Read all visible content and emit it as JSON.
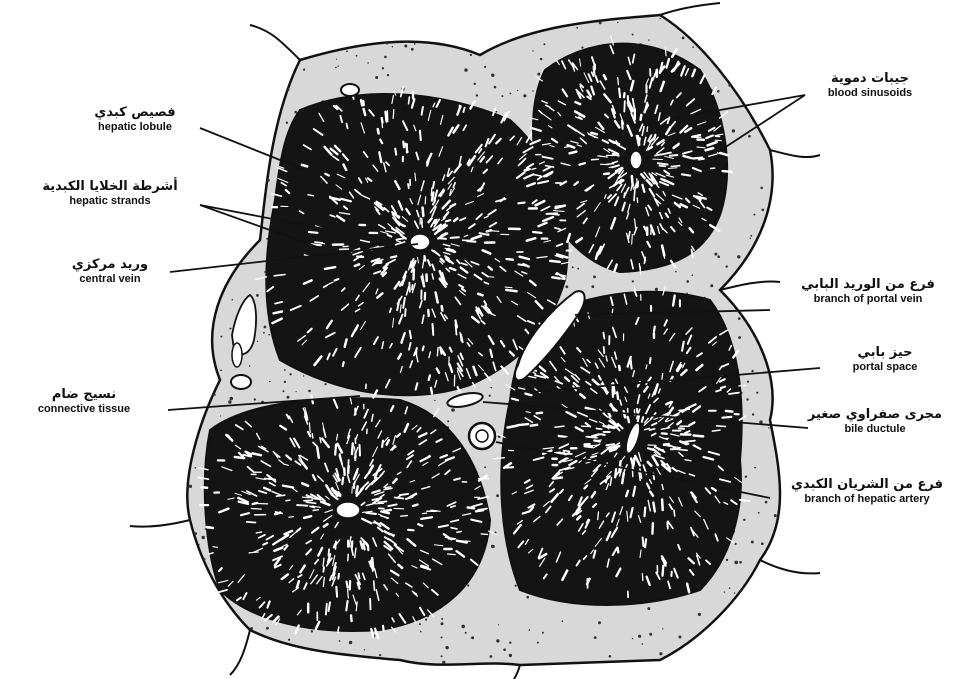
{
  "labels": {
    "hepatic_lobule": {
      "ar": "فصيص كبدي",
      "en": "hepatic lobule"
    },
    "hepatic_strands": {
      "ar": "أشرطة الخلايا الكبدية",
      "en": "hepatic strands"
    },
    "central_vein": {
      "ar": "وريد مركزي",
      "en": "central vein"
    },
    "connective_tissue": {
      "ar": "نسيج ضام",
      "en": "connective tissue"
    },
    "blood_sinusoids": {
      "ar": "جيبات دموية",
      "en": "blood sinusoids"
    },
    "branch_portal_vein": {
      "ar": "فرع من الوريد البابي",
      "en": "branch of portal vein"
    },
    "portal_space": {
      "ar": "حيز بابي",
      "en": "portal space"
    },
    "bile_ductule": {
      "ar": "مجرى صفراوي صغير",
      "en": "bile ductule"
    },
    "branch_hepatic_artery": {
      "ar": "فرع من الشريان الكبدي",
      "en": "branch of hepatic artery"
    }
  },
  "colors": {
    "ink": "#111111",
    "tissue": "#d8d8d8",
    "paper": "#ffffff"
  }
}
